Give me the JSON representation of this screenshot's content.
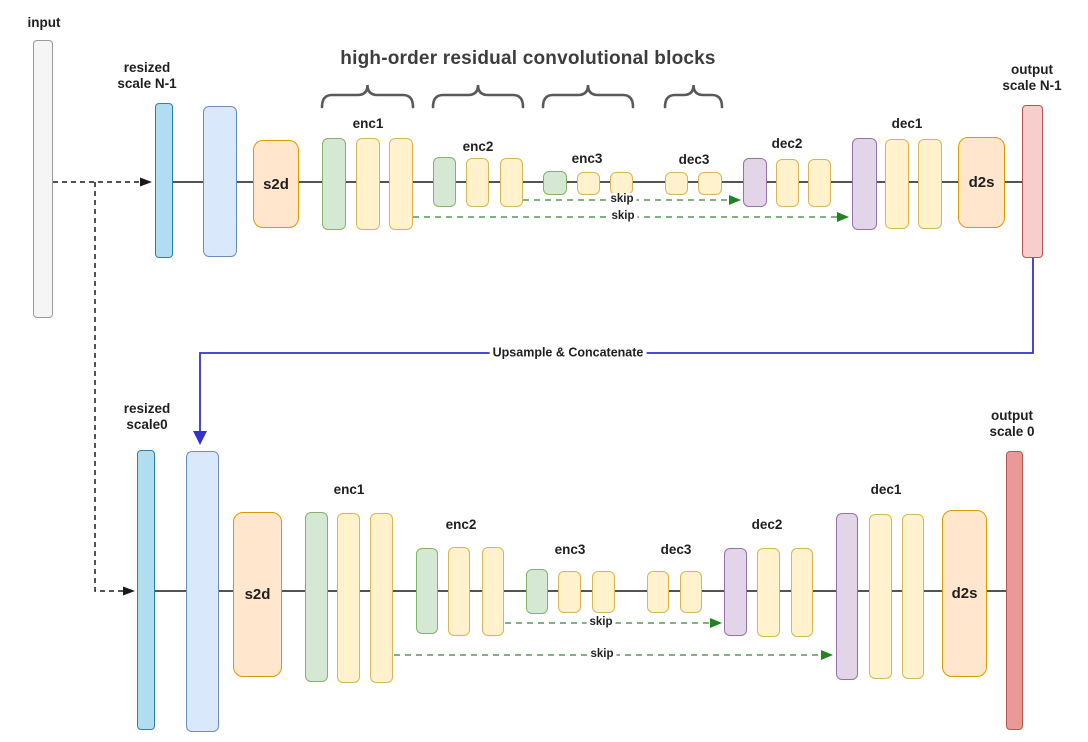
{
  "title": "high-order residual convolutional blocks",
  "upsample_label": "Upsample & Concatenate",
  "skip_label": "skip",
  "input_label": "input",
  "stage_labels": {
    "s2d": "s2d",
    "d2s": "d2s",
    "enc1": "enc1",
    "enc2": "enc2",
    "enc3": "enc3",
    "dec3": "dec3",
    "dec2": "dec2",
    "dec1": "dec1"
  },
  "top": {
    "resized_line1": "resized",
    "resized_line2": "scale N-1",
    "output_line1": "output",
    "output_line2": "scale N-1"
  },
  "bottom": {
    "resized_line1": "resized",
    "resized_line2": "scale0",
    "output_line1": "output",
    "output_line2": "scale 0"
  },
  "colors": {
    "gray_fill": "#f5f5f5",
    "gray_border": "#9a9a9a",
    "cyan_fill": "#b1ddf0",
    "cyan_border": "#2d7fae",
    "blue_fill": "#dae8fc",
    "blue_border": "#6c8ebf",
    "orange_fill": "#ffe6cc",
    "orange_border": "#d79b00",
    "green_fill": "#d5e8d4",
    "green_border": "#82b366",
    "yellow_fill": "#fff2cc",
    "yellow_border": "#d6b656",
    "purple_fill": "#e1d5e7",
    "purple_border": "#9673a6",
    "pink_fill": "#f8cecc",
    "pink_border": "#b85450",
    "red_fill": "#ea9999",
    "red_border": "#b85450",
    "main_line": "#1a1a1a",
    "skip_line": "#569956",
    "skip_arrow": "#218321",
    "upsample_line": "#3333cc",
    "brace": "#595959"
  }
}
